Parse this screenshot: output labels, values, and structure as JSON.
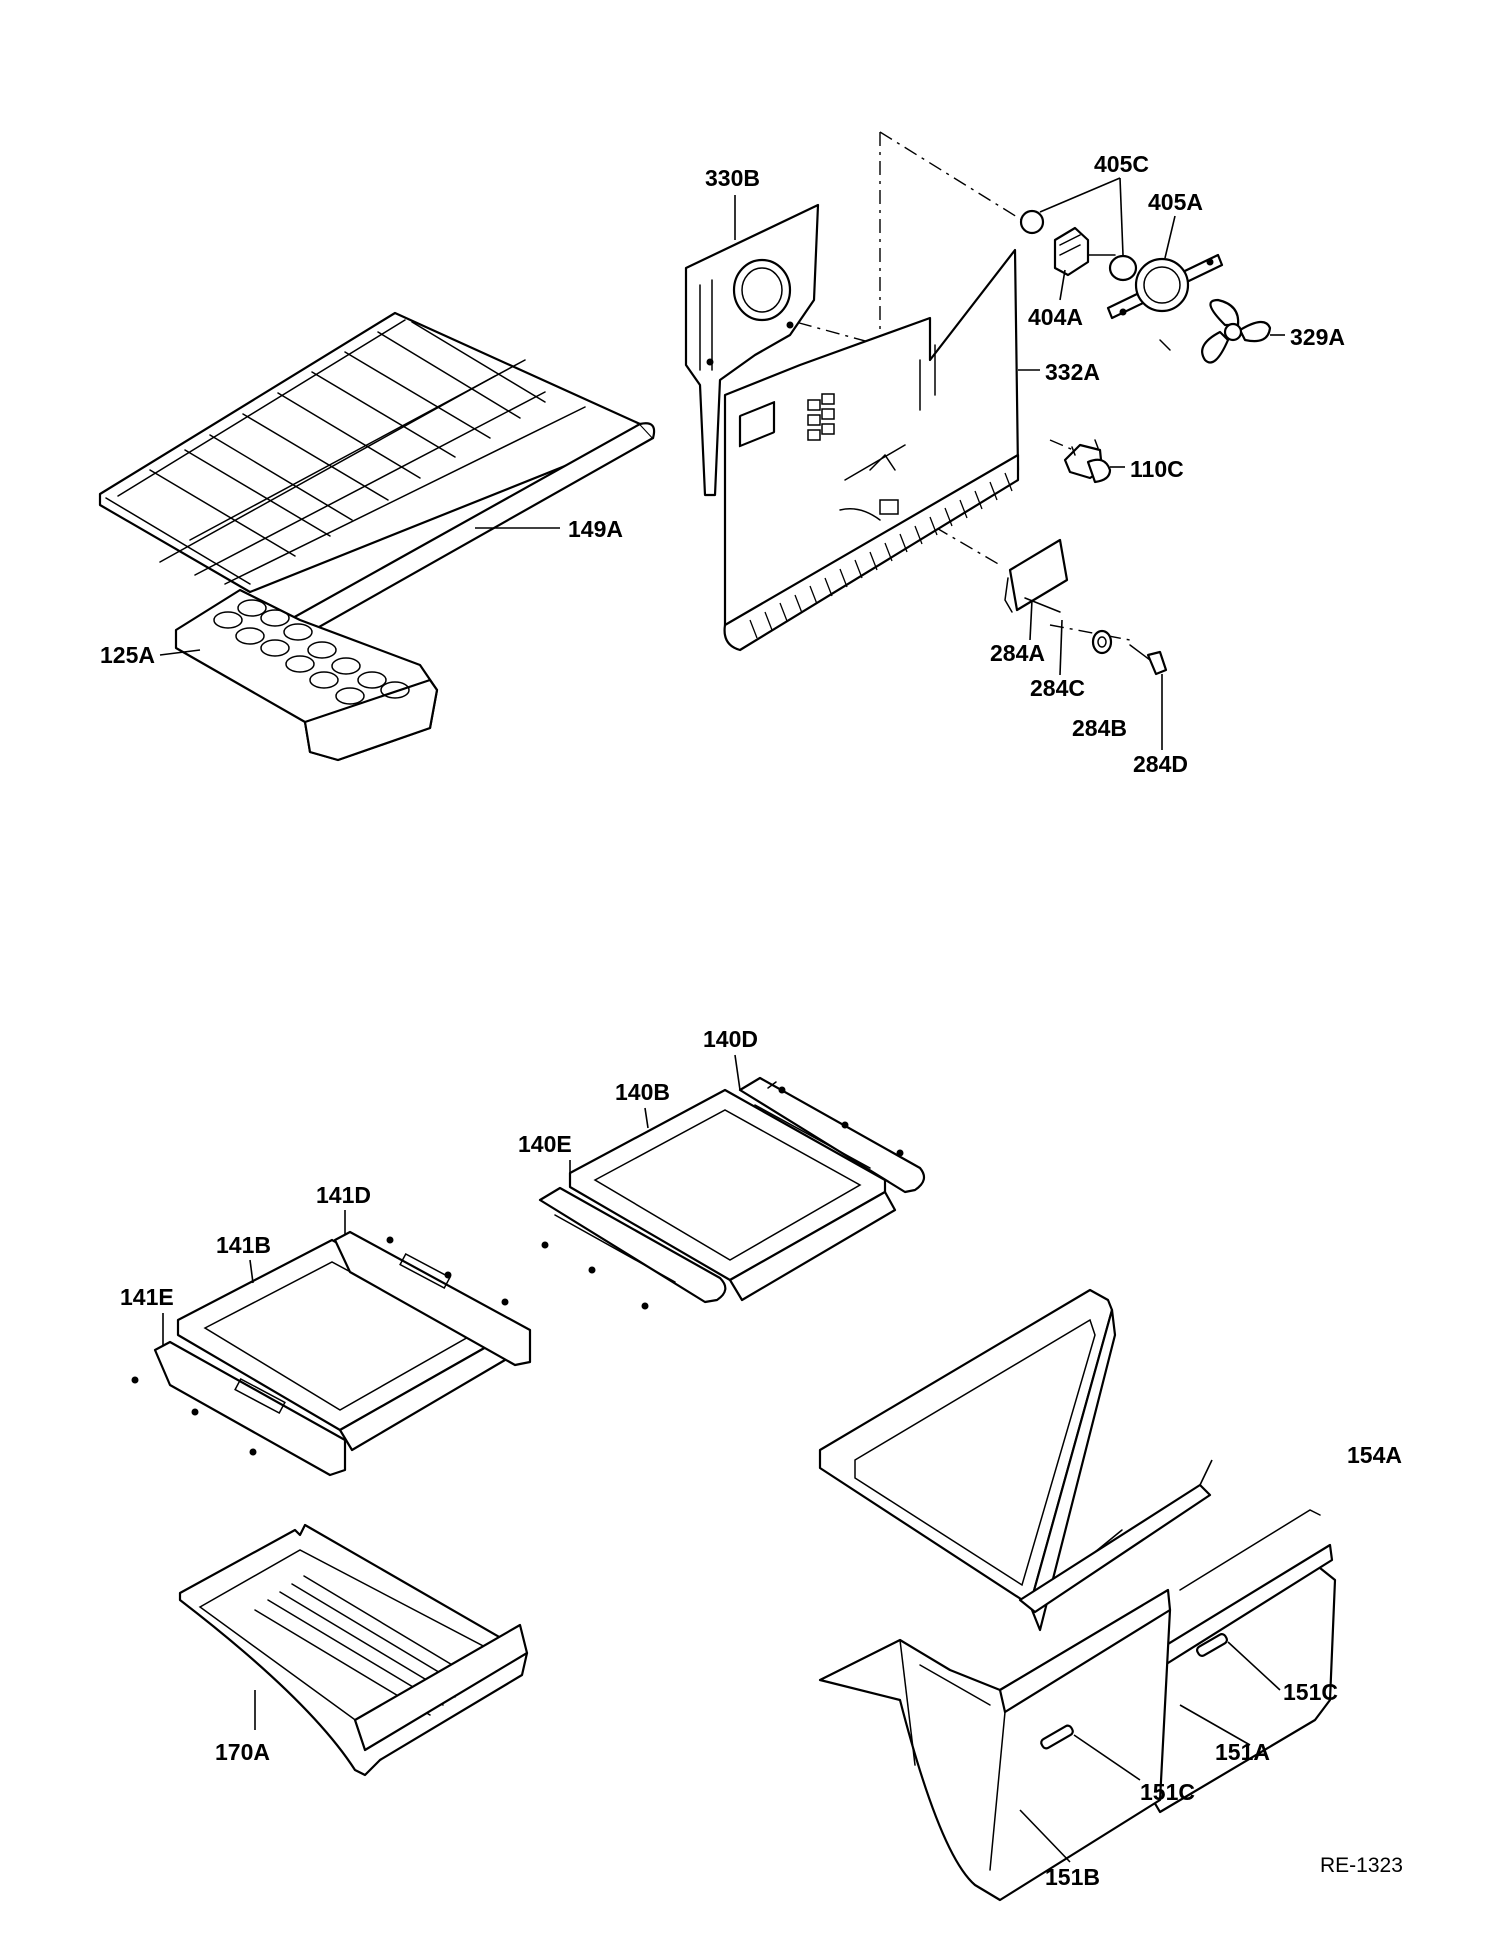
{
  "diagram": {
    "reference_code": "RE-1323",
    "labels": {
      "p330B": "330B",
      "p405C": "405C",
      "p405A": "405A",
      "p404A": "404A",
      "p329A": "329A",
      "p332A": "332A",
      "p110C": "110C",
      "p149A": "149A",
      "p125A": "125A",
      "p284A": "284A",
      "p284C": "284C",
      "p284B": "284B",
      "p284D": "284D",
      "p140D": "140D",
      "p140B": "140B",
      "p140E": "140E",
      "p141D": "141D",
      "p141B": "141B",
      "p141E": "141E",
      "p154A": "154A",
      "p151C_a": "151C",
      "p151A": "151A",
      "p151C_b": "151C",
      "p151B": "151B",
      "p170A": "170A"
    }
  }
}
